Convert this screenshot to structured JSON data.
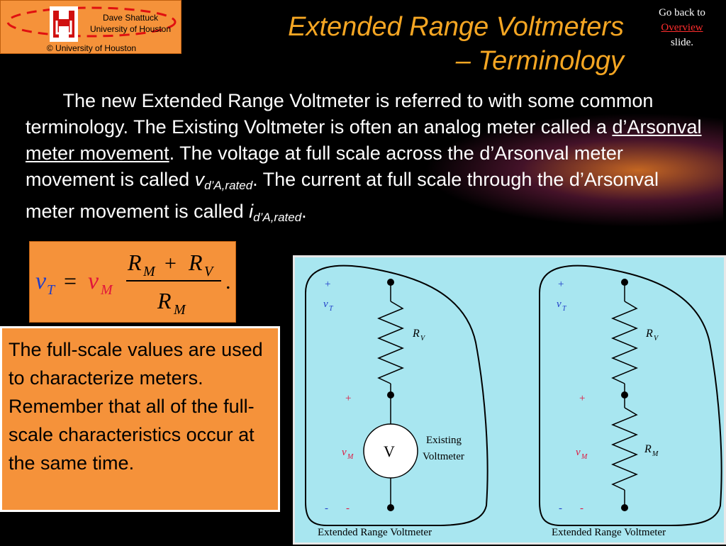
{
  "logo": {
    "name_line1": "Dave Shattuck",
    "name_line2": "University of Houston",
    "copyright": "© University of Houston"
  },
  "title": {
    "line1": "Extended Range Voltmeters",
    "line2": "– Terminology"
  },
  "nav": {
    "before": "Go back to",
    "link": "Overview",
    "after": "slide."
  },
  "paragraph": {
    "p1": "The new Extended Range Voltmeter is referred to with some common terminology.  The Existing Voltmeter is often an analog meter called a ",
    "link": "d’Arsonval meter movement",
    "p2": ".  The voltage at full scale across the d’Arsonval meter movement is called ",
    "v": "v",
    "v_sub": "d’A,rated",
    "p3": ". The current at full scale through the d’Arsonval meter movement is called ",
    "i": "i",
    "i_sub": "d’A,rated",
    "p4": "."
  },
  "formula": {
    "lhs_v": "v",
    "lhs_sub": "T",
    "equals": "=",
    "rhs_v": "v",
    "rhs_sub": "M",
    "num_r1": "R",
    "num_r1_sub": "M",
    "plus": "+",
    "num_r2": "R",
    "num_r2_sub": "V",
    "den_r": "R",
    "den_sub": "M",
    "period": "."
  },
  "note": {
    "text": "The full-scale values are used to characterize meters.  Remember that all of the full-scale characteristics occur at the same time."
  },
  "circuit": {
    "left": {
      "plus_top": "+",
      "vt": "v",
      "vt_sub": "T",
      "rv": "R",
      "rv_sub": "V",
      "plus_mid": "+",
      "vm": "v",
      "vm_sub": "M",
      "meter": "V",
      "meter_label1": "Existing",
      "meter_label2": "Voltmeter",
      "minus1": "-",
      "minus2": "-",
      "caption": "Extended Range Voltmeter"
    },
    "right": {
      "plus_top": "+",
      "vt": "v",
      "vt_sub": "T",
      "rv": "R",
      "rv_sub": "V",
      "plus_mid": "+",
      "vm": "v",
      "vm_sub": "M",
      "rm": "R",
      "rm_sub": "M",
      "minus1": "-",
      "minus2": "-",
      "caption": "Extended Range Voltmeter"
    }
  },
  "colors": {
    "accent": "#f5a623",
    "box": "#f5923a",
    "circuit_bg": "#a8e6f0",
    "link": "#ff2d2d",
    "math_blue": "#1f3cc8",
    "math_red": "#e0143c"
  }
}
